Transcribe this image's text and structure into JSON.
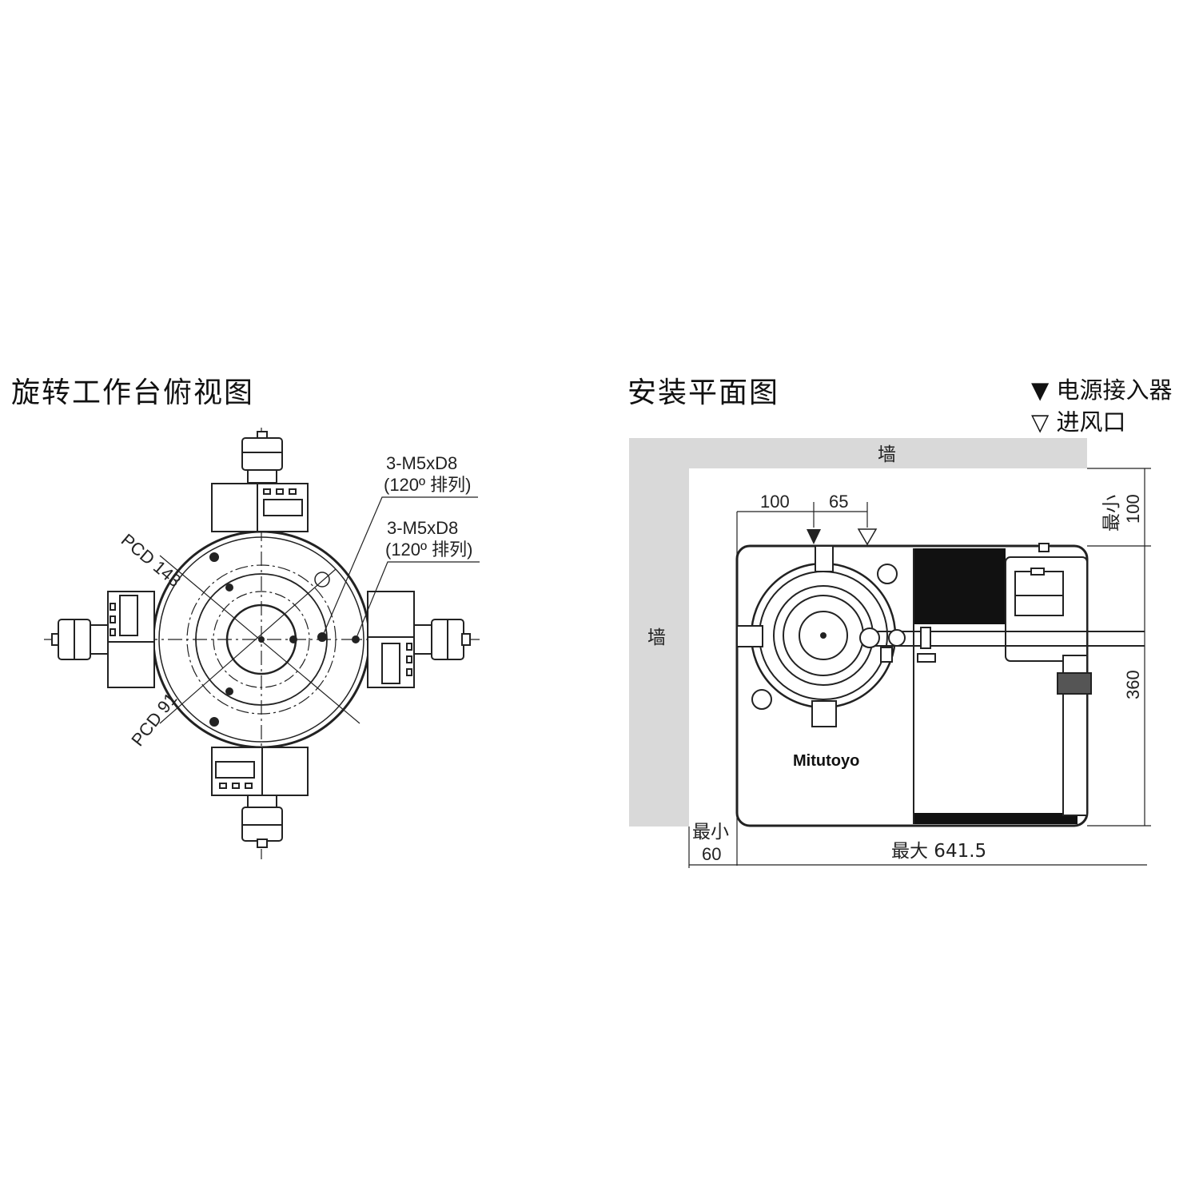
{
  "left_panel": {
    "title": "旋转工作台俯视图",
    "callouts": {
      "hole_a_line1": "3-M5xD8",
      "hole_a_line2": "(120º 排列)",
      "hole_b_line1": "3-M5xD8",
      "hole_b_line2": "(120º 排列)",
      "pcd_outer": "PCD 143",
      "pcd_inner": "PCD 91"
    }
  },
  "right_panel": {
    "title": "安装平面图",
    "legend": {
      "power_inlet": "▼ 电源接入器",
      "air_inlet": "▽ 进风口"
    },
    "wall_top": "墙",
    "wall_left": "墙",
    "dimensions": {
      "offset_power": "100",
      "offset_air": "65",
      "min_top_label": "最小",
      "min_top_value": "100",
      "depth": "360",
      "min_left_label": "最小",
      "min_left_value": "60",
      "max_width": "最大 641.5"
    },
    "brand": "Mitutoyo"
  }
}
